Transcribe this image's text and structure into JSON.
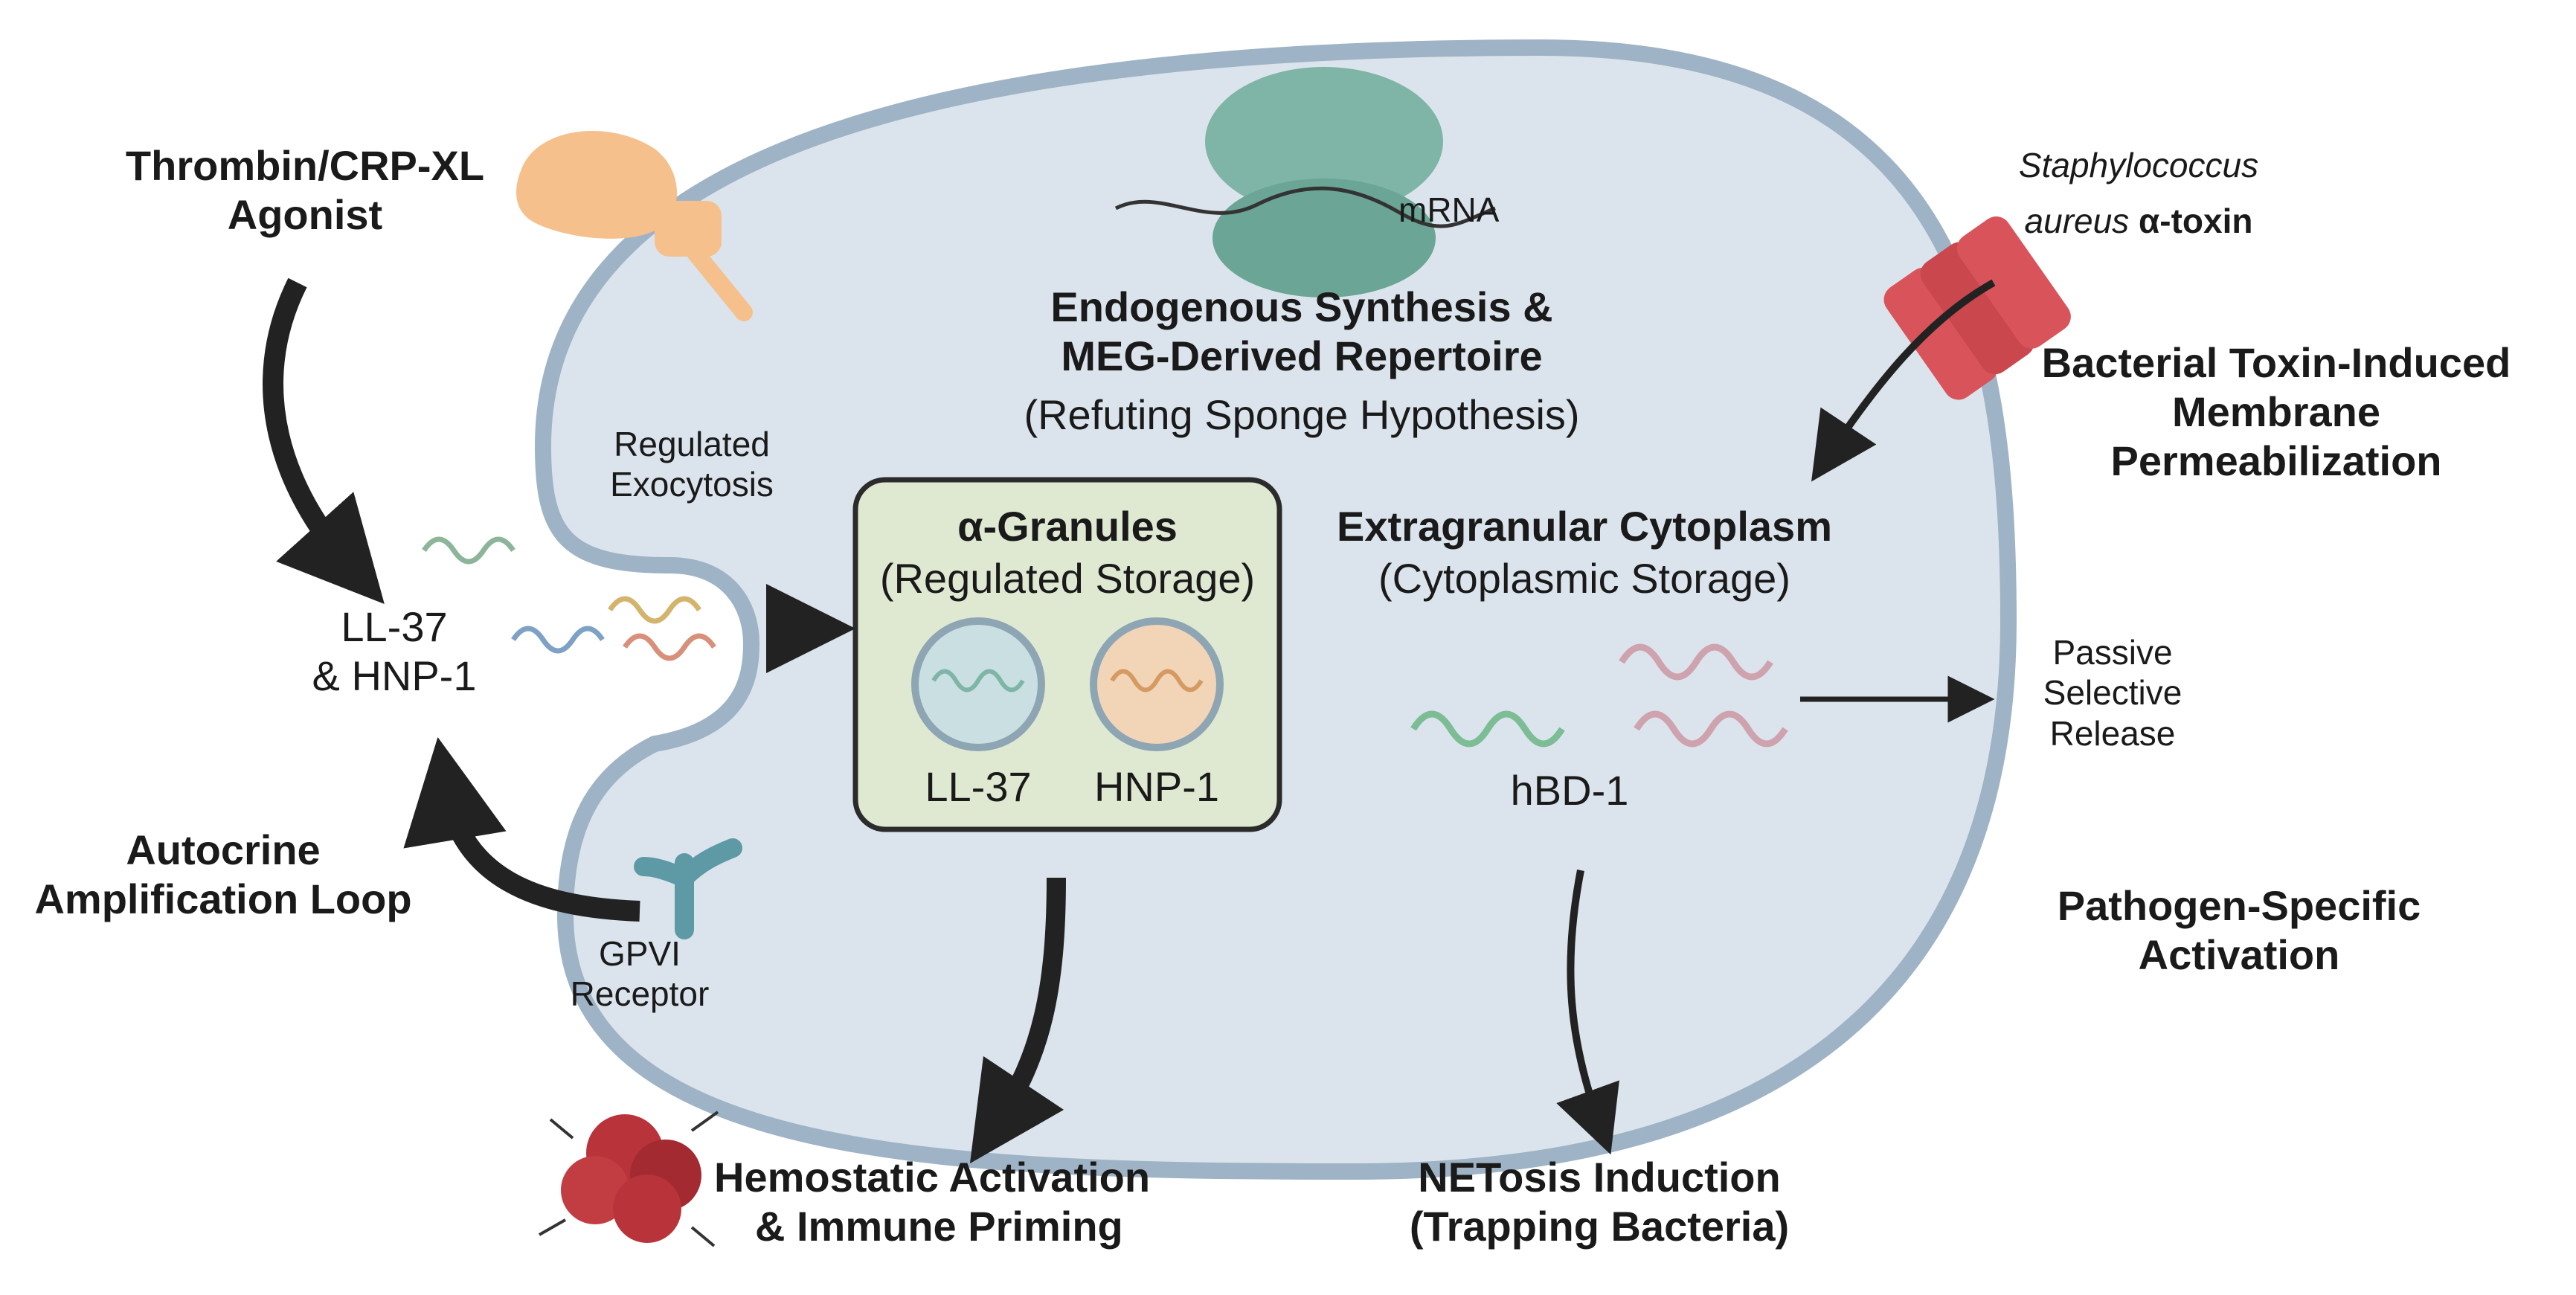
{
  "colors": {
    "background": "#ffffff",
    "cell_fill": "#dbe4ec",
    "cell_membrane": "#9fb3c6",
    "granule_box_fill": "#dfe9d2",
    "granule_box_border": "#2b2b2b",
    "arrow": "#222222",
    "ribosome": "#7fb5a6",
    "toxin": "#d9545a",
    "agonist": "#f6c08c",
    "gpvi": "#5e9aa6",
    "clot": "#b8343a"
  },
  "labels": {
    "agonist_line1": "Thrombin/CRP-XL",
    "agonist_line2": "Agonist",
    "mrna": "mRNA",
    "synthesis_line1": "Endogenous Synthesis &",
    "synthesis_line2": "MEG-Derived Repertoire",
    "synthesis_line3": "(Refuting Sponge Hypothesis)",
    "toxin_line1": "Staphylococcus",
    "toxin_line2_italic": "aureus",
    "toxin_line2_bold": "α-toxin",
    "bacterial_line1": "Bacterial Toxin-Induced",
    "bacterial_line2": "Membrane",
    "bacterial_line3": "Permeabilization",
    "exocytosis_line1": "Regulated",
    "exocytosis_line2": "Exocytosis",
    "granules_title": "α-Granules",
    "granules_subtitle": "(Regulated Storage)",
    "granule_ll37": "LL-37",
    "granule_hnp1": "HNP-1",
    "extragranular_title": "Extragranular Cytoplasm",
    "extragranular_subtitle": "(Cytoplasmic Storage)",
    "hbd1": "hBD-1",
    "passive_line1": "Passive",
    "passive_line2": "Selective",
    "passive_line3": "Release",
    "released_line1": "LL-37",
    "released_line2": "& HNP-1",
    "autocrine_line1": "Autocrine",
    "autocrine_line2": "Amplification Loop",
    "gpvi_line1": "GPVI",
    "gpvi_line2": "Receptor",
    "pathogen_line1": "Pathogen-Specific",
    "pathogen_line2": "Activation",
    "hemostatic_line1": "Hemostatic Activation",
    "hemostatic_line2": "& Immune Priming",
    "netosis_line1": "NETosis Induction",
    "netosis_line2": "(Trapping Bacteria)"
  }
}
